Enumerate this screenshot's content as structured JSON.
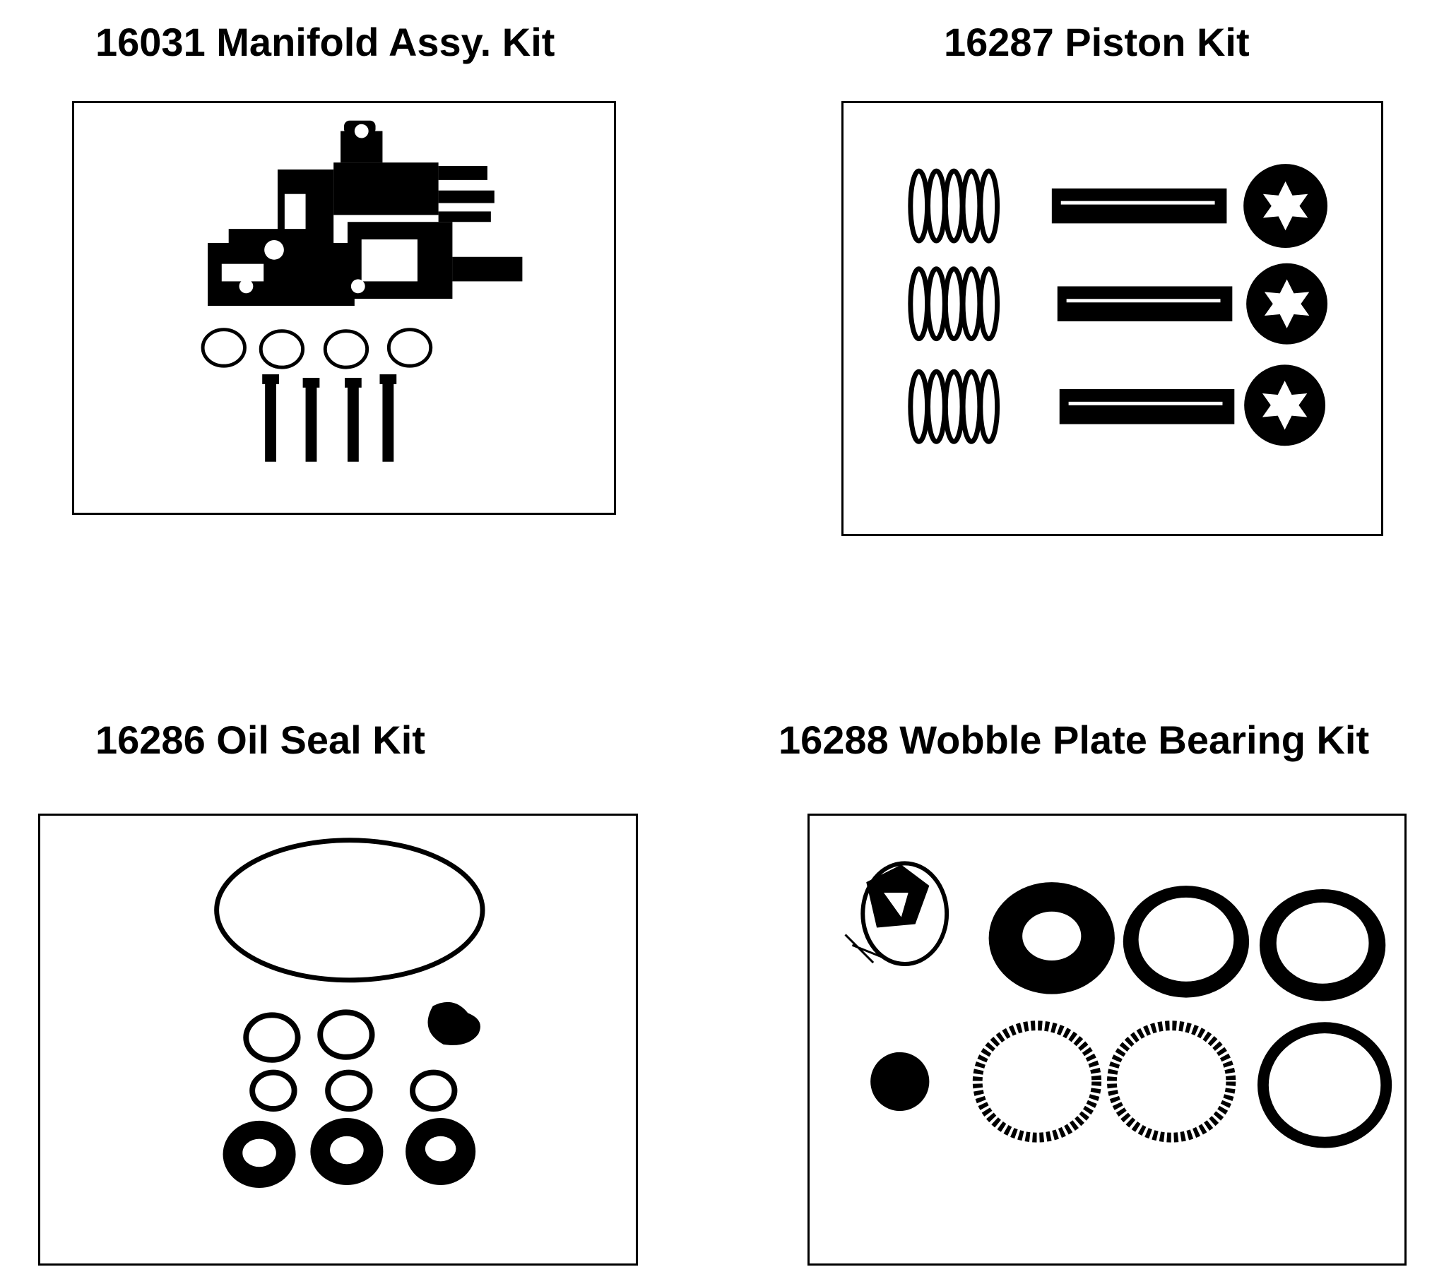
{
  "kits": [
    {
      "number": "16031",
      "name": "Manifold Assy. Kit",
      "title": "16031 Manifold Assy. Kit"
    },
    {
      "number": "16287",
      "name": "Piston Kit",
      "title": "16287 Piston Kit"
    },
    {
      "number": "16286",
      "name": "Oil Seal Kit",
      "title": "16286 Oil Seal Kit"
    },
    {
      "number": "16288",
      "name": "Wobble Plate Bearing Kit",
      "title": "16288 Wobble Plate Bearing Kit"
    }
  ]
}
